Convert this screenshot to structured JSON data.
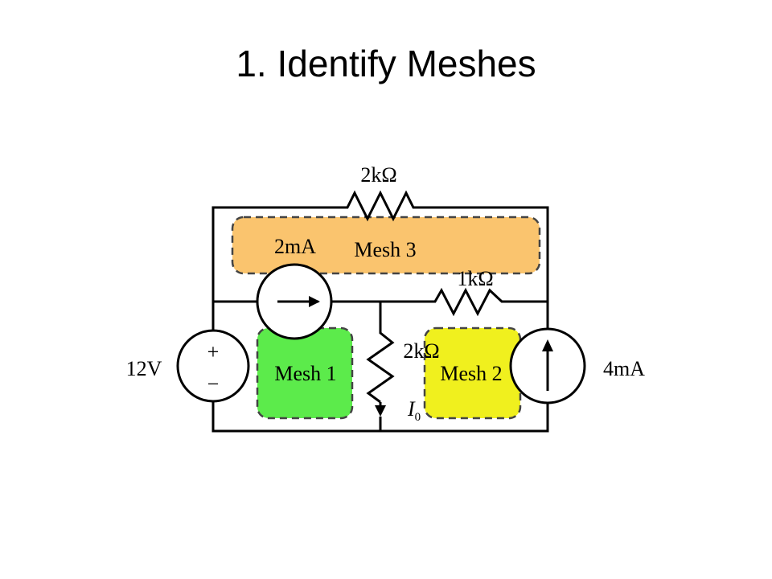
{
  "slide": {
    "title": "1. Identify Meshes"
  },
  "circuit": {
    "top_resistor": "2kΩ",
    "middle_resistor": "1kΩ",
    "center_resistor": "2kΩ",
    "current_source_left": "2mA",
    "current_source_right": "4mA",
    "voltage_source": "12V",
    "voltage_plus": "+",
    "voltage_minus": "−",
    "current_label_main": "I",
    "current_label_sub": "0"
  },
  "meshes": [
    {
      "label": "Mesh 1",
      "color": "#5CEB4B"
    },
    {
      "label": "Mesh 2",
      "color": "#F0F01E"
    },
    {
      "label": "Mesh 3",
      "color": "#FAC46E"
    }
  ]
}
